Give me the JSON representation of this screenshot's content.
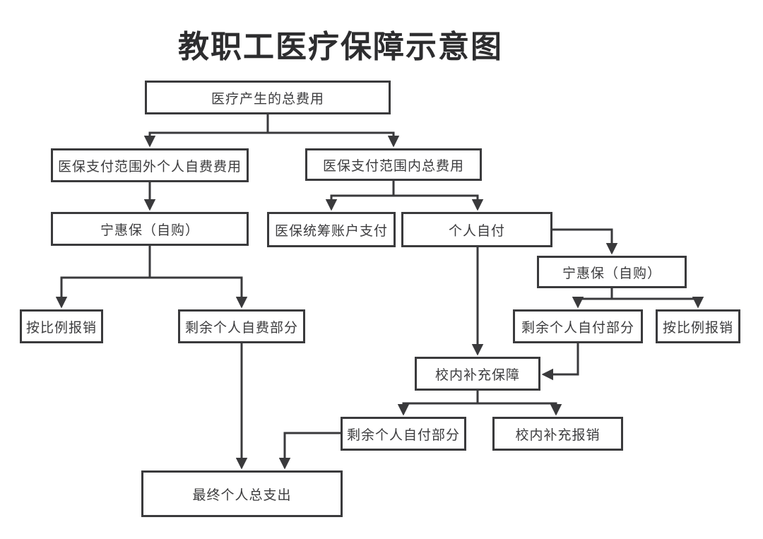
{
  "title": "教职工医疗保障示意图",
  "nodes": {
    "total_cost": "医疗产生的总费用",
    "outside_scope": "医保支付范围外个人自费费用",
    "inside_scope": "医保支付范围内总费用",
    "ninghuibao_left": "宁惠保（自购）",
    "pooled_account": "医保统筹账户支付",
    "self_pay": "个人自付",
    "ninghuibao_right": "宁惠保（自购）",
    "proportional_left": "按比例报销",
    "remaining_self_fund": "剩余个人自费部分",
    "remaining_self_pay_right": "剩余个人自付部分",
    "proportional_right": "按比例报销",
    "school_supplement": "校内补充保障",
    "remaining_self_pay_bottom": "剩余个人自付部分",
    "school_reimburse": "校内补充报销",
    "final_total": "最终个人总支出"
  },
  "edges": [
    {
      "from": "total_cost",
      "to": "outside_scope"
    },
    {
      "from": "total_cost",
      "to": "inside_scope"
    },
    {
      "from": "outside_scope",
      "to": "ninghuibao_left"
    },
    {
      "from": "inside_scope",
      "to": "pooled_account"
    },
    {
      "from": "inside_scope",
      "to": "self_pay"
    },
    {
      "from": "ninghuibao_left",
      "to": "proportional_left"
    },
    {
      "from": "ninghuibao_left",
      "to": "remaining_self_fund"
    },
    {
      "from": "self_pay",
      "to": "ninghuibao_right"
    },
    {
      "from": "self_pay",
      "to": "school_supplement"
    },
    {
      "from": "ninghuibao_right",
      "to": "remaining_self_pay_right"
    },
    {
      "from": "ninghuibao_right",
      "to": "proportional_right"
    },
    {
      "from": "remaining_self_pay_right",
      "to": "school_supplement"
    },
    {
      "from": "school_supplement",
      "to": "remaining_self_pay_bottom"
    },
    {
      "from": "school_supplement",
      "to": "school_reimburse"
    },
    {
      "from": "remaining_self_fund",
      "to": "final_total"
    },
    {
      "from": "remaining_self_pay_bottom",
      "to": "final_total"
    }
  ],
  "colors": {
    "line": "#3a3a3c",
    "box_border": "#3a3a3c",
    "text": "#3c3c3e",
    "title_text": "#2d2d2f",
    "background": "#ffffff"
  }
}
